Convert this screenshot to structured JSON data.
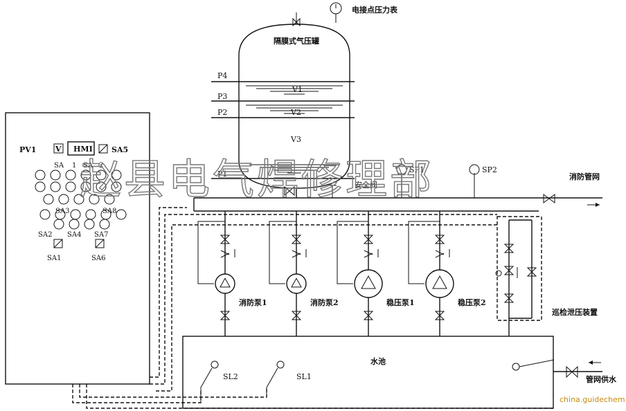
{
  "watermark": "赵县电气焊修理部",
  "corner_credit": "china.guidechem.c",
  "tank": {
    "title": "隔膜式气压罐",
    "gauge_label": "电接点压力表",
    "pressure_levels": [
      "P4",
      "P3",
      "P2",
      "P1"
    ],
    "volumes": [
      "V1",
      "V2",
      "V3"
    ]
  },
  "control_panel": {
    "indicators": [
      "PV1",
      "V",
      "HMI",
      "SA5"
    ],
    "switch_labels": [
      "SA",
      "1",
      "SA",
      "2",
      "SA3",
      "SA8",
      "SA2",
      "SA4",
      "SA7",
      "SA1",
      "SA6"
    ]
  },
  "pipeline": {
    "fire_network": "消防管网",
    "safety_valve": "安全阀",
    "sp1": "SP1",
    "sp2": "SP2",
    "inspection_device": "巡检泄压装置",
    "supply_water": "管网供水"
  },
  "pumps": [
    "消防泵1",
    "消防泵2",
    "稳压泵1",
    "稳压泵2"
  ],
  "pool": {
    "label": "水池",
    "sensors": [
      "SL2",
      "SL1"
    ]
  }
}
